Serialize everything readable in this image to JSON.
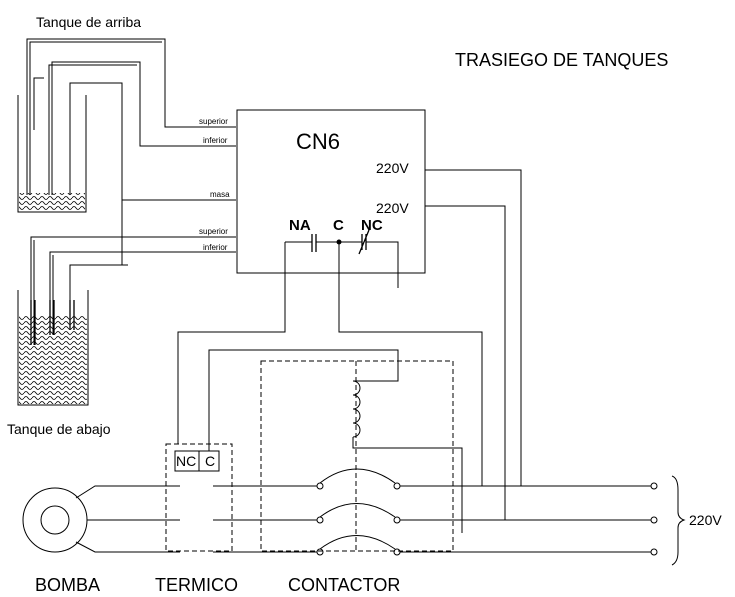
{
  "title": "TRASIEGO DE TANQUES",
  "tanks": {
    "top_label": "Tanque de arriba",
    "bottom_label": "Tanque de abajo"
  },
  "controller": {
    "name": "CN6",
    "inputs": [
      "superior",
      "inferior",
      "masa",
      "superior",
      "inferior"
    ],
    "power_terminals": [
      "220V",
      "220V"
    ],
    "relay_contacts": {
      "na": "NA",
      "c": "C",
      "nc": "NC"
    }
  },
  "thermal": {
    "contact_nc": "NC",
    "contact_c": "C"
  },
  "supply_label": "220V",
  "bottom_labels": {
    "pump": "BOMBA",
    "thermal": "TERMICO",
    "contactor": "CONTACTOR"
  }
}
